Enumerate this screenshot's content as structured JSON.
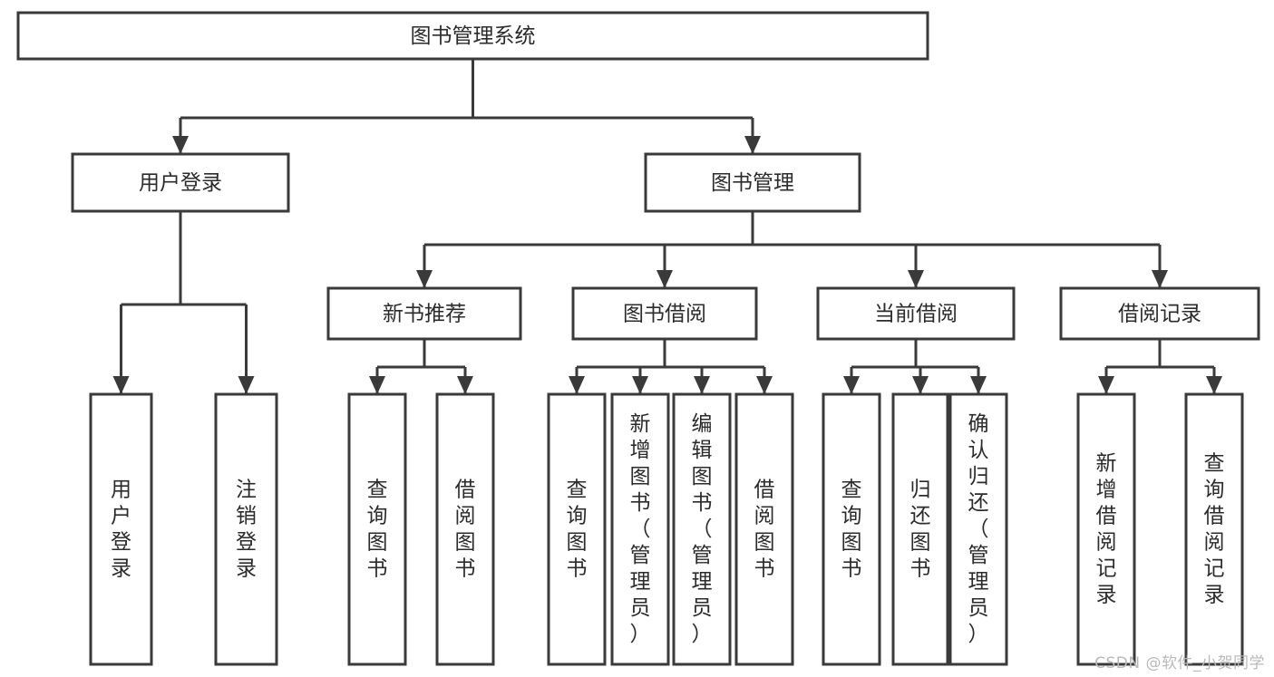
{
  "diagram": {
    "title": "图书管理系统",
    "type": "tree-hierarchy",
    "watermark": "CSDN @软件_小贺同学",
    "colors": {
      "box_stroke": "#3a3a3a",
      "box_fill": "#ffffff",
      "connector": "#3a3a3a",
      "text": "#2b2b2b",
      "watermark": "#b9b9b9",
      "background": "#ffffff"
    },
    "nodes": {
      "root": {
        "label": "图书管理系统",
        "level": 0,
        "orientation": "horizontal"
      },
      "l1": [
        {
          "label": "用户登录",
          "orientation": "horizontal"
        },
        {
          "label": "图书管理",
          "orientation": "horizontal"
        }
      ],
      "l2": [
        {
          "label": "新书推荐",
          "orientation": "horizontal"
        },
        {
          "label": "图书借阅",
          "orientation": "horizontal"
        },
        {
          "label": "当前借阅",
          "orientation": "horizontal"
        },
        {
          "label": "借阅记录",
          "orientation": "horizontal"
        }
      ],
      "leaves": {
        "user_login": [
          {
            "label": "用户登录",
            "orientation": "vertical"
          },
          {
            "label": "注销登录",
            "orientation": "vertical"
          }
        ],
        "new_book_recommend": [
          {
            "label": "查询图书",
            "orientation": "vertical"
          },
          {
            "label": "借阅图书",
            "orientation": "vertical"
          }
        ],
        "book_borrow": [
          {
            "label": "查询图书",
            "orientation": "vertical"
          },
          {
            "label": "新增图书（管理员）",
            "orientation": "vertical"
          },
          {
            "label": "编辑图书（管理员）",
            "orientation": "vertical"
          },
          {
            "label": "借阅图书",
            "orientation": "vertical"
          }
        ],
        "current_borrow": [
          {
            "label": "查询图书",
            "orientation": "vertical"
          },
          {
            "label": "归还图书",
            "orientation": "vertical"
          },
          {
            "label": "确认归还（管理员）",
            "orientation": "vertical"
          }
        ],
        "borrow_record": [
          {
            "label": "新增借阅记录",
            "orientation": "vertical"
          },
          {
            "label": "查询借阅记录",
            "orientation": "vertical"
          }
        ]
      }
    }
  }
}
